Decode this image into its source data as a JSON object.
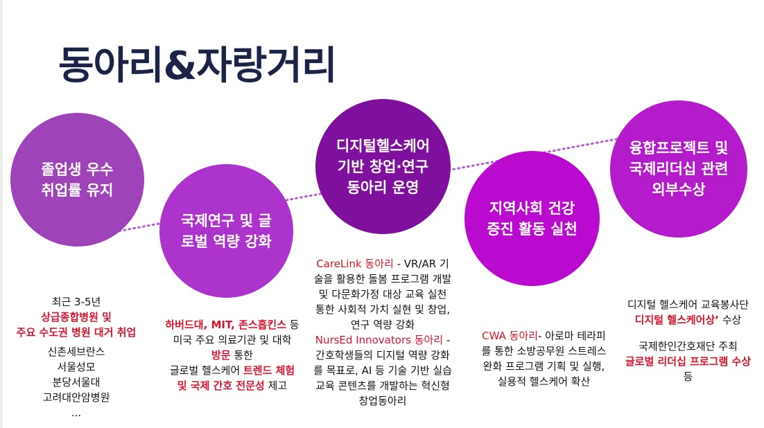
{
  "title": "동아리&자랑거리",
  "colors": {
    "title": "#1b2446",
    "circle_1": "#9e44b8",
    "circle_2": "#ac33cc",
    "circle_3": "#7f0f9d",
    "circle_4": "#bb0acf",
    "circle_5": "#b31bcb",
    "highlight_red": "#d8152f",
    "connector": "#b15fd1"
  },
  "circles": [
    {
      "label": "졸업생 우수\n취업률 유지"
    },
    {
      "label": "국제연구 및 글\n로벌 역량 강화"
    },
    {
      "label": "디지털헬스케어\n기반 창업·연구\n동아리 운영"
    },
    {
      "label": "지역사회 건강\n증진 활동 실천"
    },
    {
      "label": "융합프로젝트 및\n국제리더십 관련\n외부수상"
    }
  ],
  "details": {
    "d1": {
      "l1": "최근 3-5년",
      "l2": "상급종합병원 및",
      "l3": "주요 수도권 병원 대거 취업",
      "l4": "신촌세브란스",
      "l5": "서울성모",
      "l6": "분당서울대",
      "l7": "고려대안암병원",
      "l8": "..."
    },
    "d2": {
      "l1_red": "하버드대, MIT, 존스홉킨스",
      "l1_rest": " 등",
      "l2": "미국 주요 의료기관 및 대학",
      "l3_red": "방문",
      "l3_rest": " 통한",
      "l4_pre": "글로벌 헬스케어 ",
      "l4_red": "트렌드 체험",
      "l5_red": "및 국제 간호 전문성",
      "l5_rest": " 제고"
    },
    "d3": {
      "a_red": "CareLink 동아리",
      "a_rest": " - VR/AR 기",
      "a2": "술을 활용한 돌봄 프로그램 개발",
      "a3": "및 다문화가정 대상 교육 실천",
      "a4": "통한 사회적 가치 실현 및 창업,",
      "a5": "연구 역량 강화",
      "b_red": "NursEd Innovators 동아리",
      "b_rest": " -",
      "b2": "간호학생들의 디지털 역량 강화",
      "b3": "를 목표로, AI 등 기술 기반 실습",
      "b4": "교육 콘텐츠를 개발하는 혁신형",
      "b5": "창업동아리"
    },
    "d4": {
      "l1_red": "CWA 동아리",
      "l1_rest": "- 아로마 테라피",
      "l2": "를 통한 소방공무원 스트레스",
      "l3": "완화 프로그램 기획 및 실행,",
      "l4": "실용적 헬스케어 확산"
    },
    "d5": {
      "l1": "디지털 헬스케어 교육봉사단",
      "l2_red": "디지털 헬스케어상’",
      "l2_rest": " 수상",
      "l3": "국제한인간호재단 주최",
      "l4_red": "글로벌 리더십 프로그램 수상",
      "l5": "등"
    }
  }
}
